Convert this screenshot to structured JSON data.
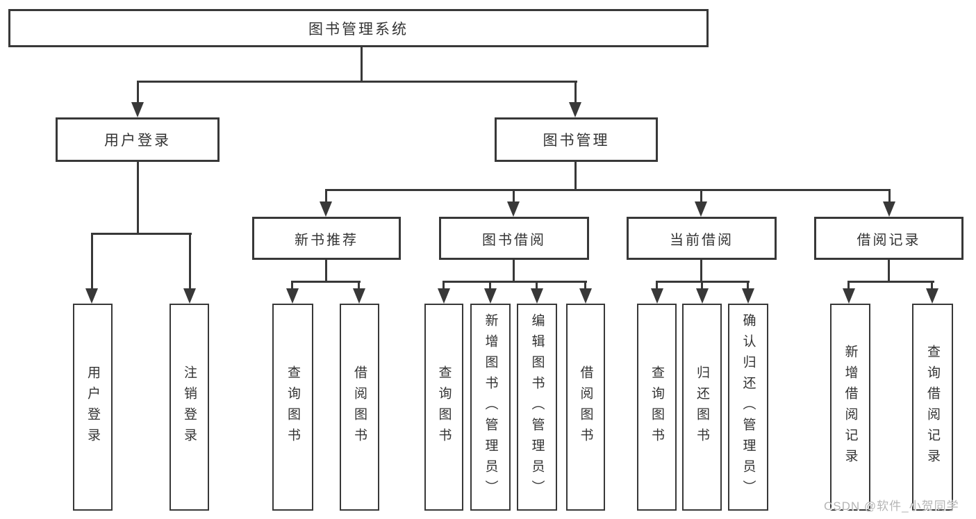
{
  "diagram": {
    "root": {
      "label": "图书管理系统"
    },
    "level2": [
      {
        "label": "用户登录"
      },
      {
        "label": "图书管理"
      }
    ],
    "level3": [
      {
        "label": "新书推荐"
      },
      {
        "label": "图书借阅"
      },
      {
        "label": "当前借阅"
      },
      {
        "label": "借阅记录"
      }
    ],
    "leaves": {
      "user_login": [
        "用户登录",
        "注销登录"
      ],
      "new_book": [
        "查询图书",
        "借阅图书"
      ],
      "book_borrow": [
        "查询图书",
        "新增图书（管理员）",
        "编辑图书（管理员）",
        "借阅图书"
      ],
      "current_borrow": [
        "查询图书",
        "归还图书",
        "确认归还（管理员）"
      ],
      "borrow_record": [
        "新增借阅记录",
        "查询借阅记录"
      ]
    }
  },
  "watermark": {
    "text": "CSDN @软件_小贺同学"
  },
  "colors": {
    "line": "#383838",
    "text": "#333333",
    "background": "#ffffff",
    "watermark": "#b5b5b5"
  }
}
